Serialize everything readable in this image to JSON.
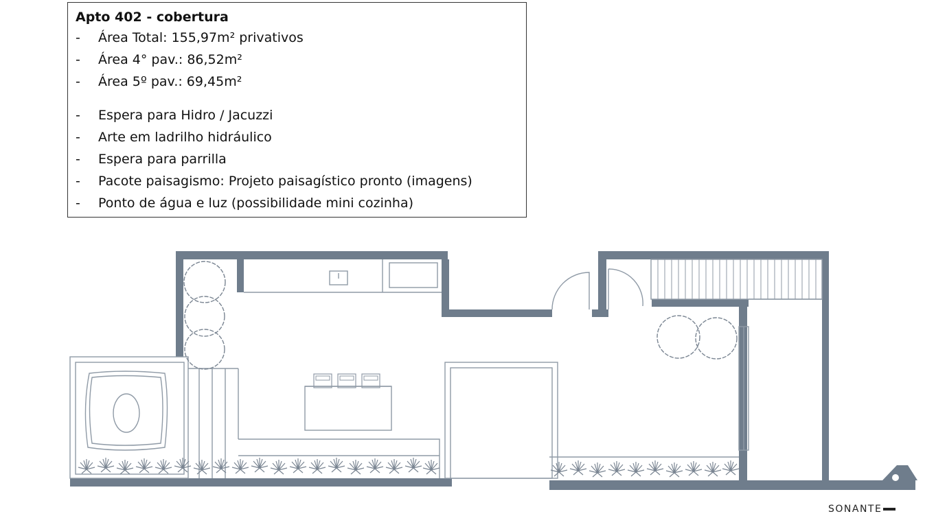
{
  "info": {
    "title": "Apto 402 - cobertura",
    "dash": "-",
    "items": [
      "Área Total: 155,97m² privativos",
      "Área 4° pav.: 86,52m²",
      "Área 5º pav.: 69,45m²",
      "Espera para Hidro / Jacuzzi",
      "Arte em ladrilho hidráulico",
      "Espera para parrilla",
      "Pacote paisagismo: Projeto paisagístico pronto (imagens)",
      "Ponto de água e luz (possibilidade mini cozinha)"
    ]
  },
  "logo": {
    "text": "SONANTE"
  },
  "colors": {
    "wall": "#6f7d8c",
    "line": "#8f9aa6",
    "plant": "#7a8592"
  }
}
